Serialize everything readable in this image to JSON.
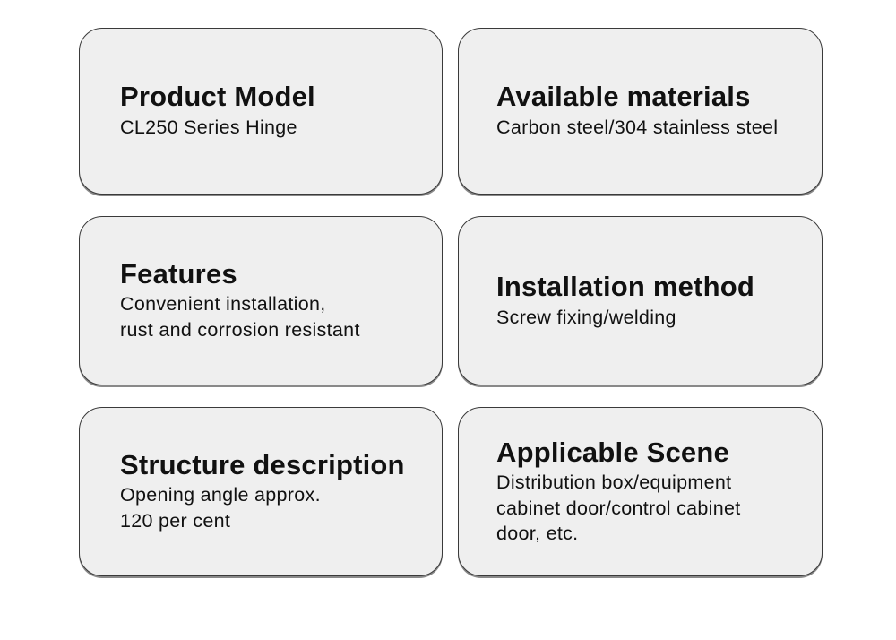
{
  "board": {
    "background_color": "#ffffff",
    "card_fill_color": "#efefef",
    "card_border_color": "#3a3a3a",
    "text_color": "#111111"
  },
  "cards": [
    {
      "name": "product-model",
      "title": "Product Model",
      "lines": [
        "CL250 Series Hinge"
      ]
    },
    {
      "name": "available-materials",
      "title": "Available materials",
      "lines": [
        "Carbon steel/304 stainless steel"
      ]
    },
    {
      "name": "features",
      "title": "Features",
      "lines": [
        "Convenient installation,",
        "rust and corrosion resistant"
      ]
    },
    {
      "name": "installation-method",
      "title": "Installation method",
      "lines": [
        "Screw fixing/welding"
      ]
    },
    {
      "name": "structure-description",
      "title": "Structure description",
      "lines": [
        "Opening angle approx.",
        "120 per cent"
      ]
    },
    {
      "name": "applicable-scene",
      "title": "Applicable Scene",
      "lines": [
        "Distribution box/equipment",
        "cabinet door/control cabinet",
        "door, etc."
      ]
    }
  ]
}
